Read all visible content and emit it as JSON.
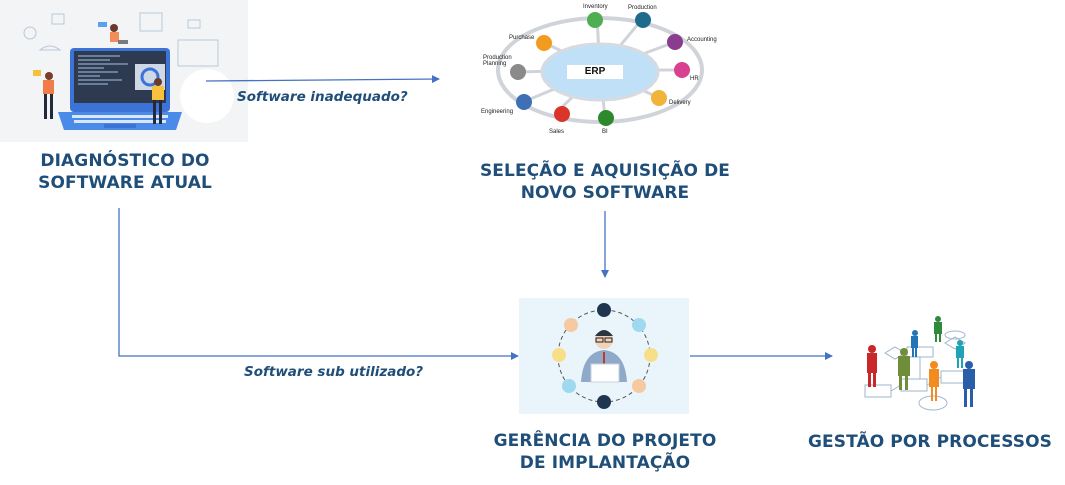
{
  "nodes": {
    "diagnosis": {
      "title_line1": "DIAGNÓSTICO DO",
      "title_line2": "SOFTWARE ATUAL"
    },
    "selection": {
      "title_line1": "SELEÇÃO E AQUISIÇÃO DE",
      "title_line2": "NOVO SOFTWARE"
    },
    "project": {
      "title_line1": "GERÊNCIA DO PROJETO",
      "title_line2": "DE IMPLANTAÇÃO"
    },
    "process": {
      "title_line1": "GESTÃO POR PROCESSOS"
    }
  },
  "edges": {
    "inadequate": "Software inadequado?",
    "underused": "Software sub utilizado?"
  },
  "erp": {
    "center": "ERP",
    "modules": [
      "Inventory",
      "Production",
      "Accounting",
      "HR",
      "Delivery",
      "BI",
      "Sales",
      "Engineering",
      "Production Planning",
      "Purchase"
    ]
  },
  "colors": {
    "title": "#1f4e79",
    "arrow": "#4472c4",
    "panel": "#f3f4f6"
  }
}
